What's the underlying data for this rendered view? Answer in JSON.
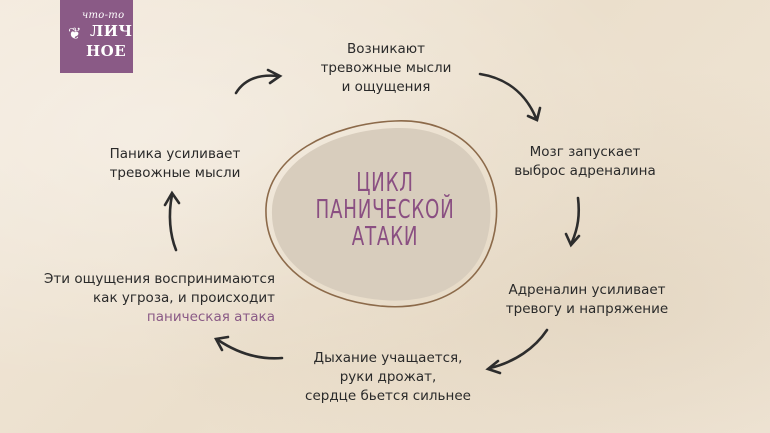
{
  "logo": {
    "line1": "что-то",
    "line2": "ЛИЧ",
    "line3": "НОЕ"
  },
  "title": {
    "line1": "ЦИКЛ",
    "line2": "ПАНИЧЕСКОЙ",
    "line3": "АТАКИ"
  },
  "steps": [
    {
      "lines": [
        "Возникают",
        "тревожные мысли",
        "и ощущения"
      ]
    },
    {
      "lines": [
        "Мозг запускает",
        "выброс адреналина"
      ]
    },
    {
      "lines": [
        "Адреналин усиливает",
        "тревогу и  напряжение"
      ]
    },
    {
      "lines": [
        "Дыхание учащается,",
        "руки дрожат,",
        "сердце бьется сильнее"
      ]
    },
    {
      "lines": [
        "Эти ощущения воспринимаются",
        "как угроза, и происходит"
      ],
      "accent": "паническая атака"
    },
    {
      "lines": [
        "Паника усиливает",
        "тревожные мысли"
      ]
    }
  ],
  "colors": {
    "accent": "#8a5a86",
    "title": "#8a4f82",
    "ink": "#2a2a2a",
    "blob": "#d8cdbd"
  }
}
